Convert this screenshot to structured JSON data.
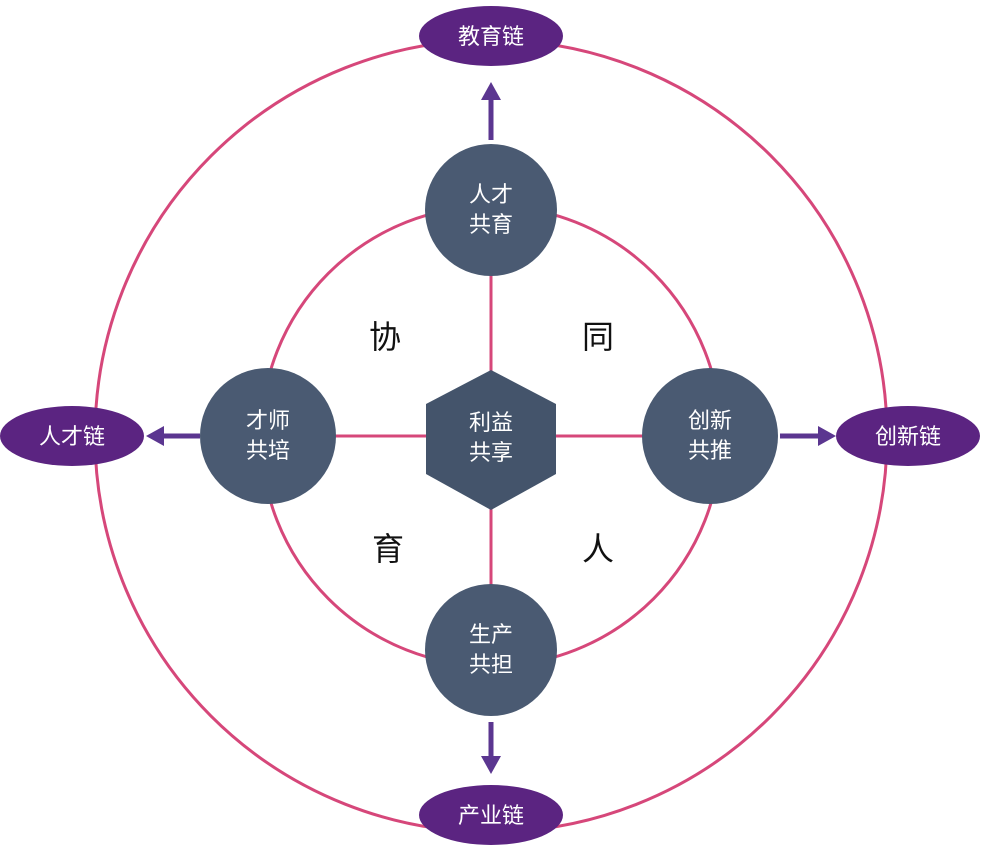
{
  "chains": {
    "top": "教育链",
    "left": "人才链",
    "right": "创新链",
    "bottom": "产业链"
  },
  "nodes": {
    "top": [
      "人才",
      "共育"
    ],
    "left": [
      "才师",
      "共培"
    ],
    "right": [
      "创新",
      "共推"
    ],
    "bottom": [
      "生产",
      "共担"
    ],
    "center": [
      "利益",
      "共享"
    ]
  },
  "quadrants": {
    "top_left": "协",
    "top_right": "同",
    "bottom_left": "育",
    "bottom_right": "人"
  },
  "colors": {
    "ring": "#d6477a",
    "ellipse": "#5b2481",
    "node": "#4a5a72",
    "arrow": "#5b3690"
  }
}
